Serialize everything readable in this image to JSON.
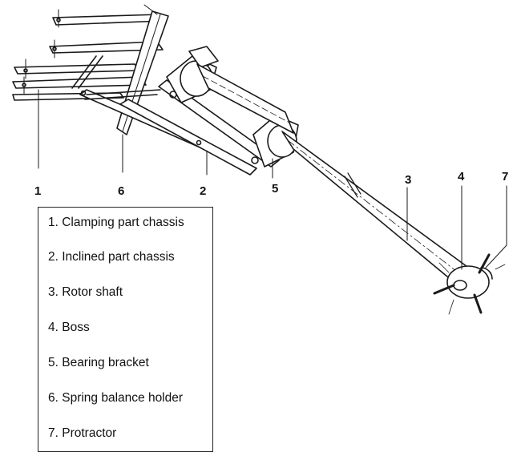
{
  "callouts": {
    "c1": "1",
    "c6": "6",
    "c2": "2",
    "c5": "5",
    "c3": "3",
    "c4": "4",
    "c7": "7"
  },
  "legend": {
    "items": [
      "1.  Clamping part chassis",
      "2.  Inclined part chassis",
      "3.  Rotor shaft",
      "4.  Boss",
      "5.  Bearing bracket",
      "6.  Spring balance holder",
      "7.  Protractor"
    ]
  }
}
